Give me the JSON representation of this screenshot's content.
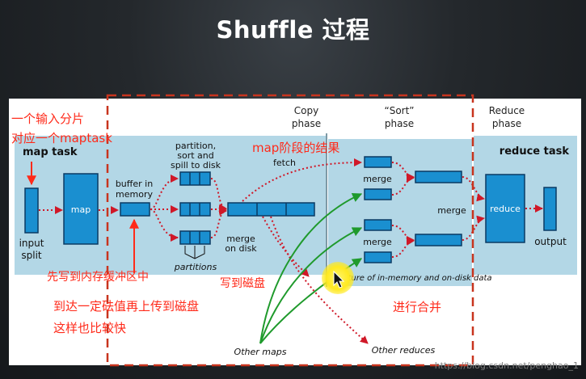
{
  "title": "Shuffle 过程",
  "diagram": {
    "headers": {
      "copy_phase": [
        "Copy",
        "phase"
      ],
      "sort_phase": [
        "“Sort”",
        "phase"
      ],
      "reduce_phase": [
        "Reduce",
        "phase"
      ]
    },
    "map_task": "map task",
    "reduce_task": "reduce task",
    "input_split": [
      "input",
      "split"
    ],
    "map": "map",
    "buffer_in_memory": [
      "buffer in",
      "memory"
    ],
    "partition_sort_spill": [
      "partition,",
      "sort and",
      "spill to disk"
    ],
    "partitions": "partitions",
    "merge_on_disk": [
      "merge",
      "on disk"
    ],
    "fetch": "fetch",
    "merge1": "merge",
    "merge2": "merge",
    "merge_mid": "merge",
    "reduce": "reduce",
    "output": "output",
    "mixture": "mixture of in-memory and on-disk data",
    "other_maps": "Other maps",
    "other_reduces": "Other reduces"
  },
  "annotations": {
    "input_note": [
      "一个输入分片",
      "对应一个maptask"
    ],
    "map_result": "map阶段的结果",
    "buffer_note": "先写到内存缓冲区中",
    "threshold_note": [
      "到达一定砝值再上传到磁盘",
      "这样也比较快"
    ],
    "write_disk": "写到磁盘",
    "merge_note": "进行合并"
  },
  "watermark": "https://blog.csdn.net/penghao_1",
  "colors": {
    "band": "#b3d7e6",
    "box": "#1a8fd0",
    "box_stroke": "#0a3a63",
    "dotted": "#d01828",
    "annotation": "#ff2a1a",
    "green": "#1f9a2c",
    "dashed_frame": "#c8341e"
  }
}
